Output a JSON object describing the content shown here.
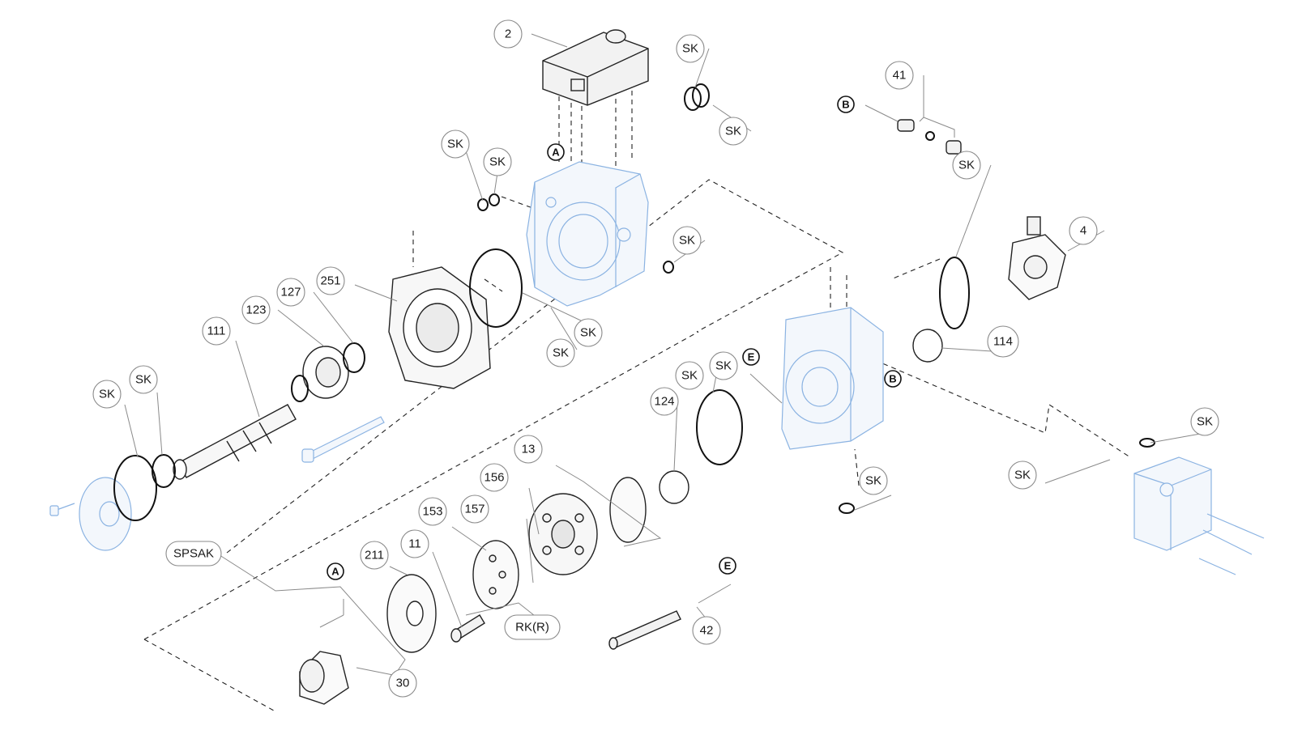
{
  "diagram": {
    "callouts": [
      {
        "id": "c-2",
        "label": "2"
      },
      {
        "id": "c-sk-top",
        "label": "SK"
      },
      {
        "id": "c-sk-top2",
        "label": "SK"
      },
      {
        "id": "c-41",
        "label": "41"
      },
      {
        "id": "c-sk-a",
        "label": "SK"
      },
      {
        "id": "c-sk-b",
        "label": "SK"
      },
      {
        "id": "c-sk-c",
        "label": "SK"
      },
      {
        "id": "c-sk-right",
        "label": "SK"
      },
      {
        "id": "c-4",
        "label": "4"
      },
      {
        "id": "c-251",
        "label": "251"
      },
      {
        "id": "c-127",
        "label": "127"
      },
      {
        "id": "c-123",
        "label": "123"
      },
      {
        "id": "c-111",
        "label": "111"
      },
      {
        "id": "c-sk-d",
        "label": "SK"
      },
      {
        "id": "c-sk-e",
        "label": "SK"
      },
      {
        "id": "c-114",
        "label": "114"
      },
      {
        "id": "c-sk-f",
        "label": "SK"
      },
      {
        "id": "c-sk-g",
        "label": "SK"
      },
      {
        "id": "c-sk-h",
        "label": "SK"
      },
      {
        "id": "c-sk-i",
        "label": "SK"
      },
      {
        "id": "c-124",
        "label": "124"
      },
      {
        "id": "c-13",
        "label": "13"
      },
      {
        "id": "c-156",
        "label": "156"
      },
      {
        "id": "c-157",
        "label": "157"
      },
      {
        "id": "c-153",
        "label": "153"
      },
      {
        "id": "c-11",
        "label": "11"
      },
      {
        "id": "c-211",
        "label": "211"
      },
      {
        "id": "c-spsak",
        "label": "SPSAK"
      },
      {
        "id": "c-rkr",
        "label": "RK(R)"
      },
      {
        "id": "c-42",
        "label": "42"
      },
      {
        "id": "c-30",
        "label": "30"
      },
      {
        "id": "c-sk-j",
        "label": "SK"
      },
      {
        "id": "c-sk-k",
        "label": "SK"
      },
      {
        "id": "c-sk-l",
        "label": "SK"
      }
    ],
    "markers": [
      {
        "id": "m-a-top",
        "label": "A"
      },
      {
        "id": "m-b-top",
        "label": "B"
      },
      {
        "id": "m-e-mid",
        "label": "E"
      },
      {
        "id": "m-b-mid",
        "label": "B"
      },
      {
        "id": "m-a-bot",
        "label": "A"
      },
      {
        "id": "m-e-bot",
        "label": "E"
      }
    ],
    "colors": {
      "assembly_blue": "#8bb3e2",
      "component_dark": "#222222",
      "callout_border": "#8a8a8a"
    }
  }
}
